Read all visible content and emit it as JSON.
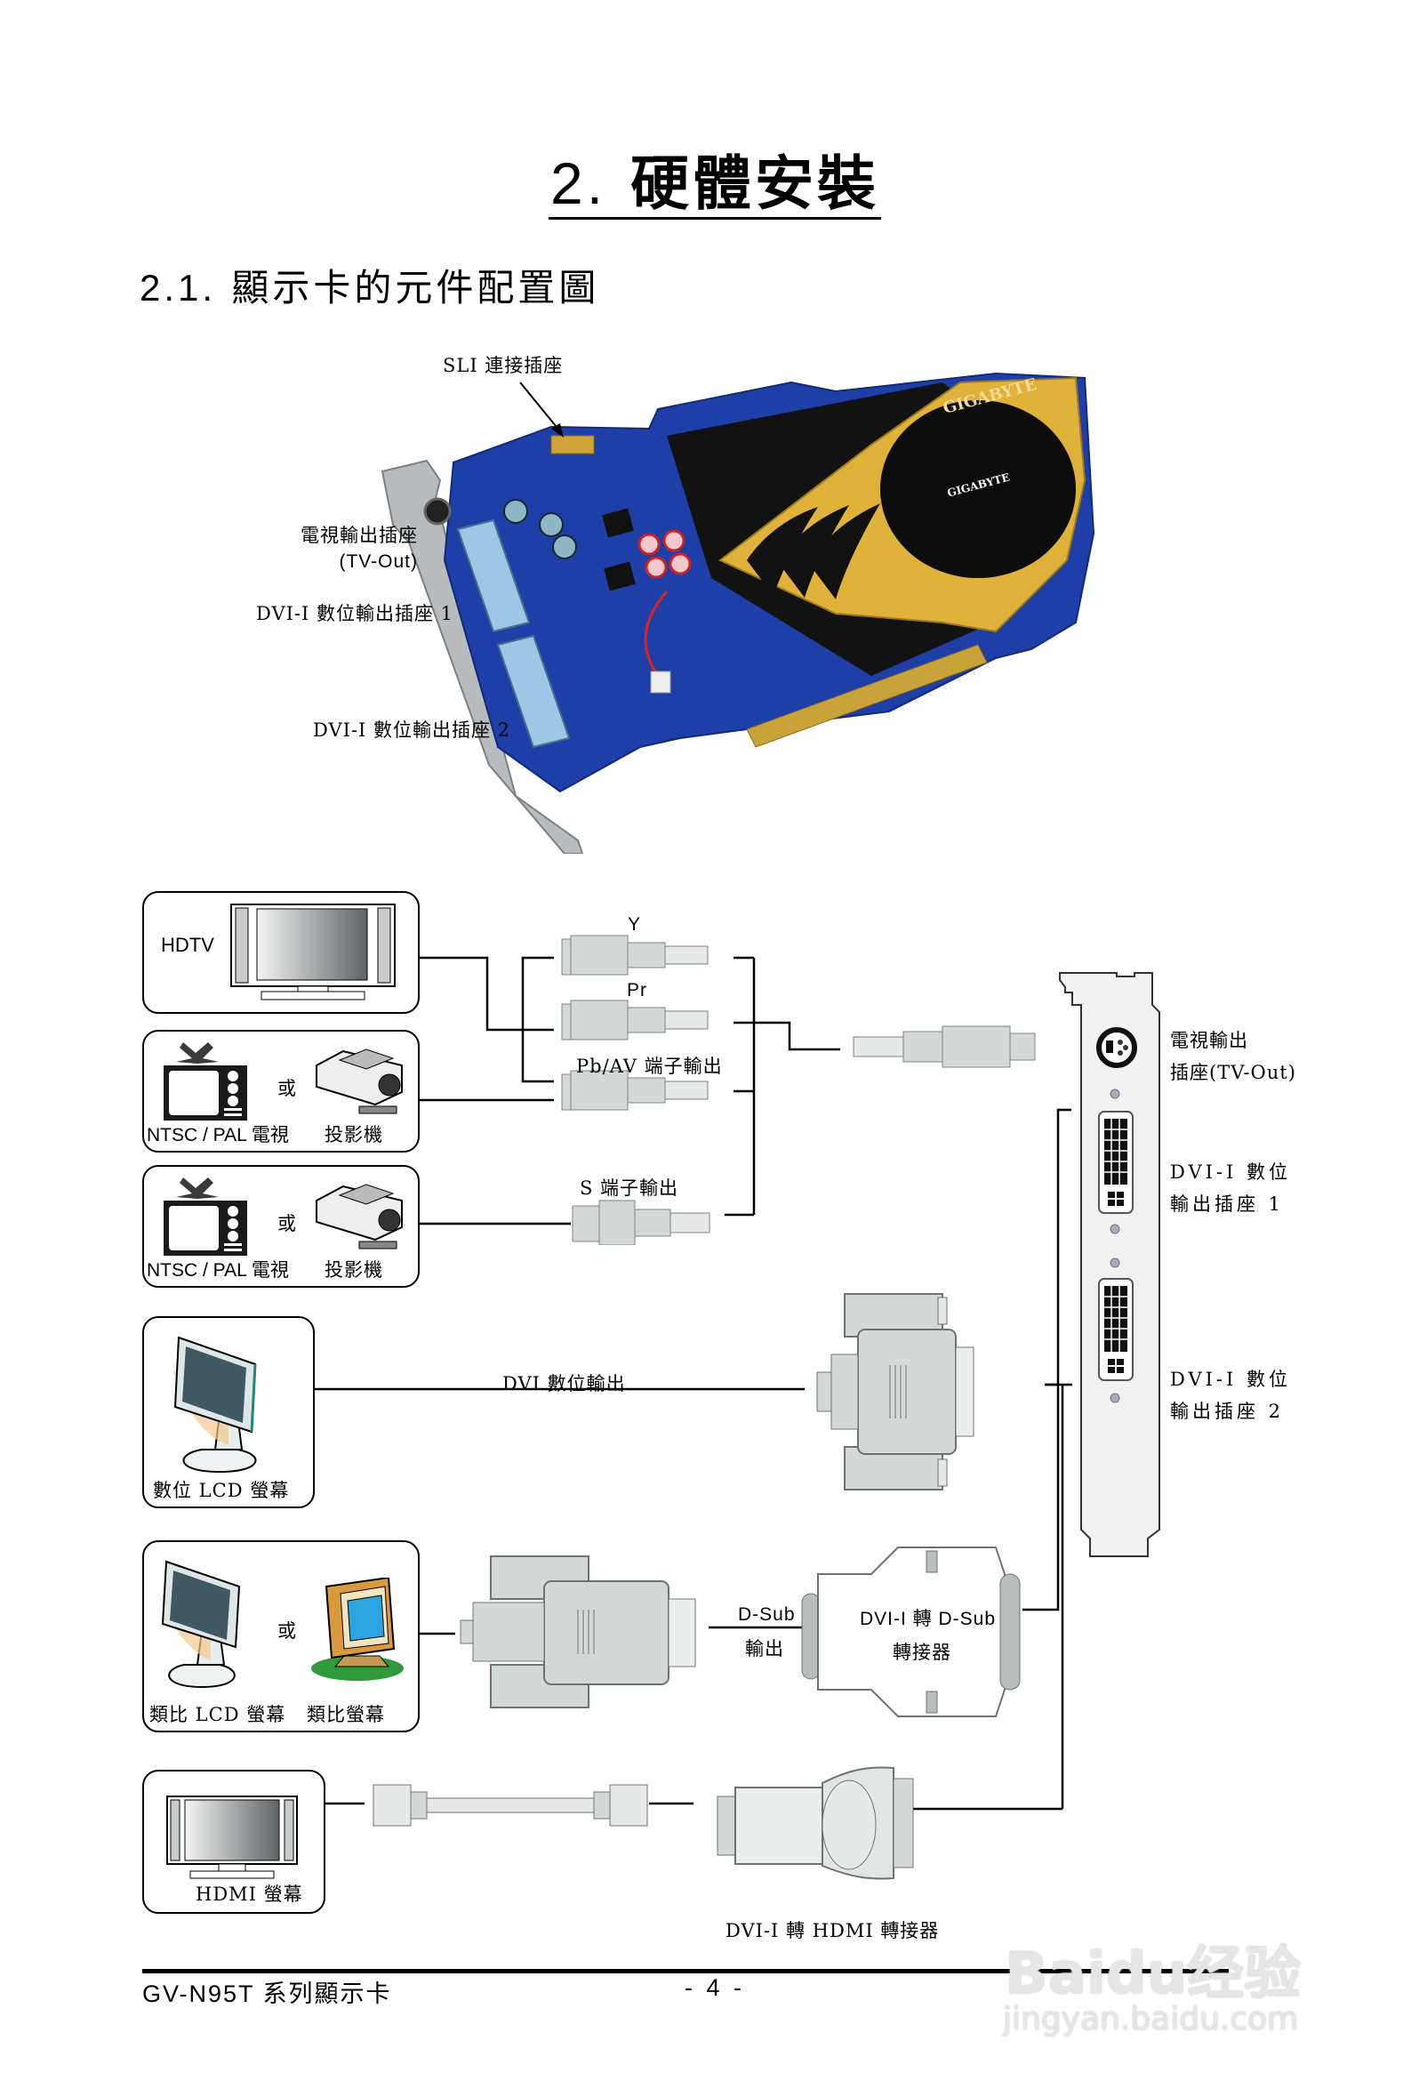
{
  "page": {
    "title_number": "2.",
    "title_text": "硬體安裝",
    "section_number": "2.1.",
    "section_text": "顯示卡的元件配置圖"
  },
  "card_photo": {
    "brand_logo": "GIGABYTE",
    "labels": {
      "sli": "SLI 連接插座",
      "tv_out_line1": "電視輸出插座",
      "tv_out_line2": "(TV-Out)",
      "dvi1": "DVI-I 數位輸出插座 1",
      "dvi2": "DVI-I 數位輸出插座 2"
    },
    "colors": {
      "pcb": "#1f3fa8",
      "shroud": "#e0b23a",
      "fan": "#111111",
      "gold_finger": "#c9a23a"
    }
  },
  "connection_diagram": {
    "devices": {
      "hdtv": {
        "label": "HDTV",
        "icon": "flat-tv-icon"
      },
      "tv_group_1": {
        "tv_label": "NTSC / PAL 電視",
        "or_label": "或",
        "projector_label": "投影機"
      },
      "tv_group_2": {
        "tv_label": "NTSC / PAL 電視",
        "or_label": "或",
        "projector_label": "投影機"
      },
      "digital_lcd": {
        "label": "數位 LCD 螢幕"
      },
      "analog_group": {
        "lcd_label": "類比 LCD 螢幕",
        "or_label": "或",
        "crt_label": "類比螢幕"
      },
      "hdmi_monitor": {
        "label": "HDMI 螢幕"
      }
    },
    "cables": {
      "y": "Y",
      "pr": "Pr",
      "pb_av": "Pb/AV 端子輸出",
      "s_video": "S 端子輸出",
      "dvi_out": "DVI 數位輸出",
      "dsub_line1": "D-Sub",
      "dsub_line2": "輸出",
      "dvi_dsub_adapter_line1": "DVI-I 轉 D-Sub",
      "dvi_dsub_adapter_line2": "轉接器",
      "dvi_hdmi_adapter": "DVI-I 轉 HDMI 轉接器"
    },
    "bracket_labels": {
      "tv_out_line1": "電視輸出",
      "tv_out_line2": "插座(TV-Out)",
      "dvi1_line1": "DVI-I 數位",
      "dvi1_line2": "輸出插座 1",
      "dvi2_line1": "DVI-I 數位",
      "dvi2_line2": "輸出插座 2"
    }
  },
  "footer": {
    "product": "GV-N95T 系列顯示卡",
    "page_number": "- 4 -"
  },
  "watermark": {
    "brand": "Baidu经验",
    "url": "jingyan.baidu.com"
  }
}
